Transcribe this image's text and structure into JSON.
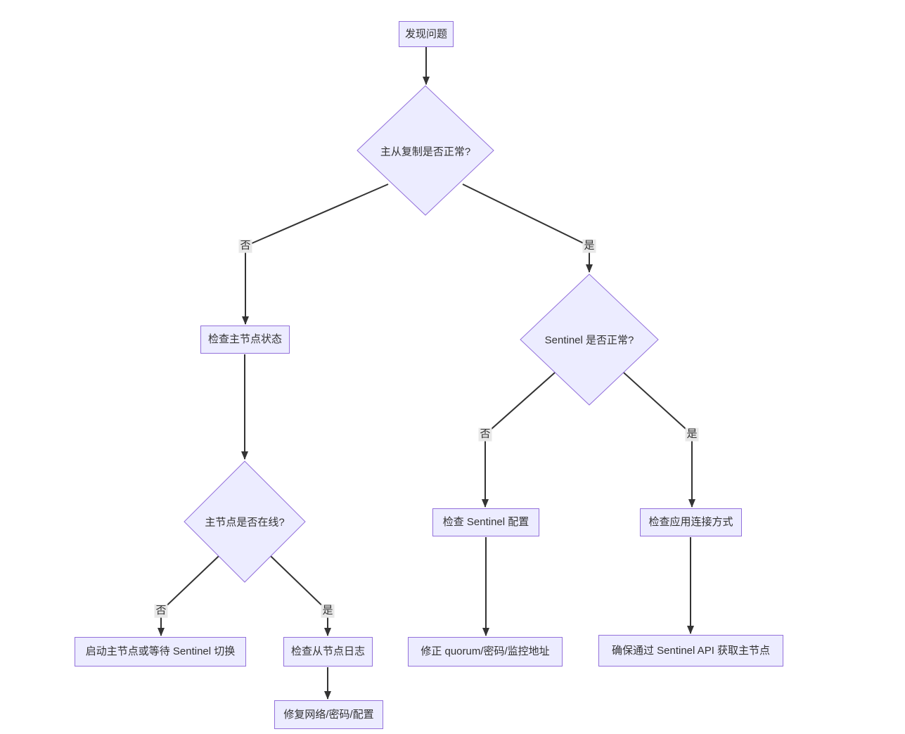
{
  "diagram": {
    "type": "flowchart",
    "direction": "top-down",
    "topic": "Redis Sentinel troubleshooting decision tree",
    "colors": {
      "node_fill": "#ECECFF",
      "node_border": "#9370DB",
      "edge": "#333333",
      "text": "#333333",
      "edge_label_bg": "#e8e8e8",
      "background": "#ffffff"
    },
    "nodes": [
      {
        "id": "A",
        "shape": "rect",
        "label": "发现问题"
      },
      {
        "id": "B",
        "shape": "diamond",
        "label": "主从复制是否正常?"
      },
      {
        "id": "C",
        "shape": "rect",
        "label": "检查主节点状态"
      },
      {
        "id": "D",
        "shape": "diamond",
        "label": "主节点是否在线?"
      },
      {
        "id": "E",
        "shape": "rect",
        "label": "启动主节点或等待 Sentinel 切换"
      },
      {
        "id": "F",
        "shape": "rect",
        "label": "检查从节点日志"
      },
      {
        "id": "G",
        "shape": "rect",
        "label": "修复网络/密码/配置"
      },
      {
        "id": "H",
        "shape": "diamond",
        "label": "Sentinel 是否正常?"
      },
      {
        "id": "I",
        "shape": "rect",
        "label": "检查 Sentinel 配置"
      },
      {
        "id": "J",
        "shape": "rect",
        "label": "修正 quorum/密码/监控地址"
      },
      {
        "id": "K",
        "shape": "rect",
        "label": "检查应用连接方式"
      },
      {
        "id": "L",
        "shape": "rect",
        "label": "确保通过 Sentinel API 获取主节点"
      }
    ],
    "edges": [
      {
        "from": "A",
        "to": "B",
        "label": ""
      },
      {
        "from": "B",
        "to": "C",
        "label": "否"
      },
      {
        "from": "B",
        "to": "H",
        "label": "是"
      },
      {
        "from": "C",
        "to": "D",
        "label": ""
      },
      {
        "from": "D",
        "to": "E",
        "label": "否"
      },
      {
        "from": "D",
        "to": "F",
        "label": "是"
      },
      {
        "from": "F",
        "to": "G",
        "label": ""
      },
      {
        "from": "H",
        "to": "I",
        "label": "否"
      },
      {
        "from": "H",
        "to": "K",
        "label": "是"
      },
      {
        "from": "I",
        "to": "J",
        "label": ""
      },
      {
        "from": "K",
        "to": "L",
        "label": ""
      }
    ]
  }
}
